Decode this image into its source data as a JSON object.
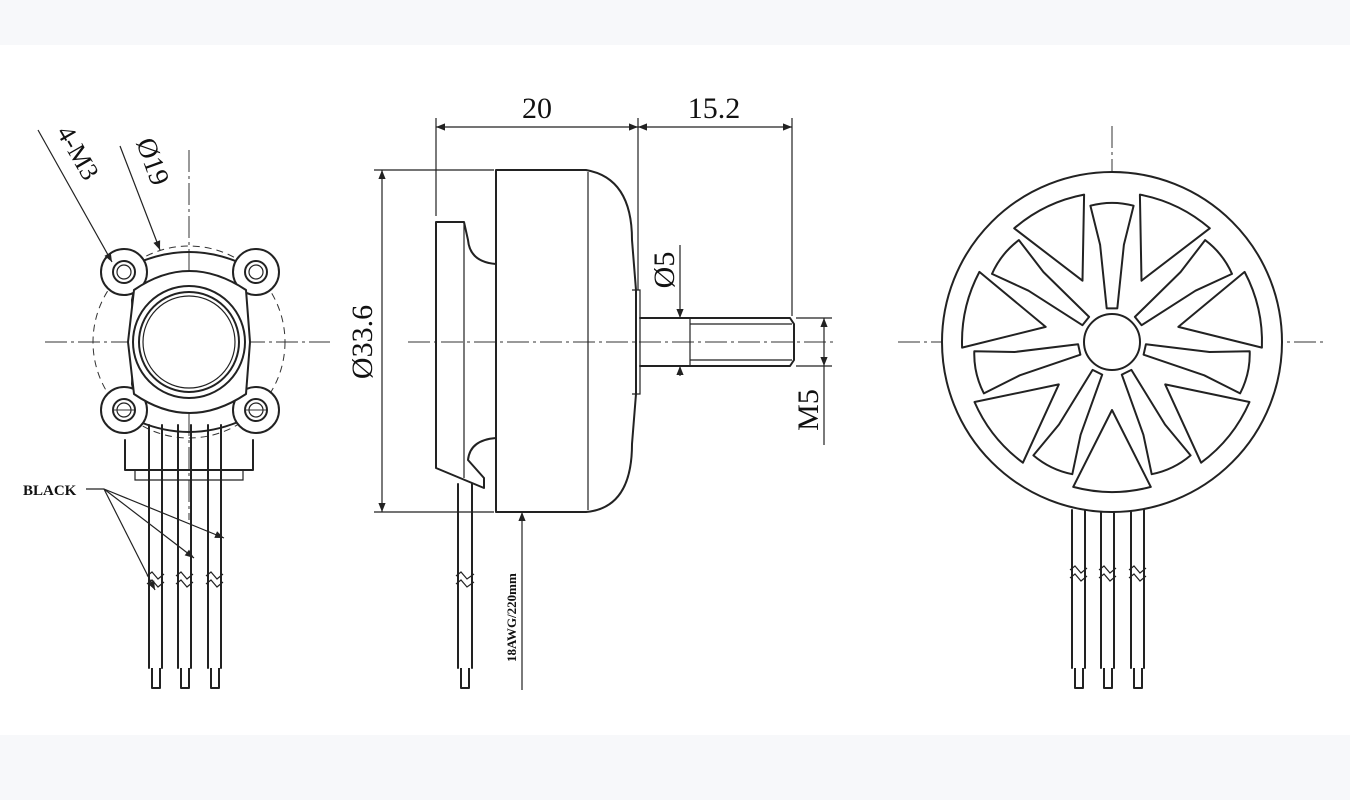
{
  "drawing": {
    "dimensions": {
      "length_body": "20",
      "length_shaft": "15.2",
      "diameter_outer": "Ø33.6",
      "diameter_shaft": "Ø5",
      "thread_shaft": "M5",
      "mount_pcd": "Ø19",
      "mount_screws": "4-M3"
    },
    "callouts": {
      "wire_color": "BLACK",
      "wire_spec": "18AWG/220mm"
    }
  }
}
